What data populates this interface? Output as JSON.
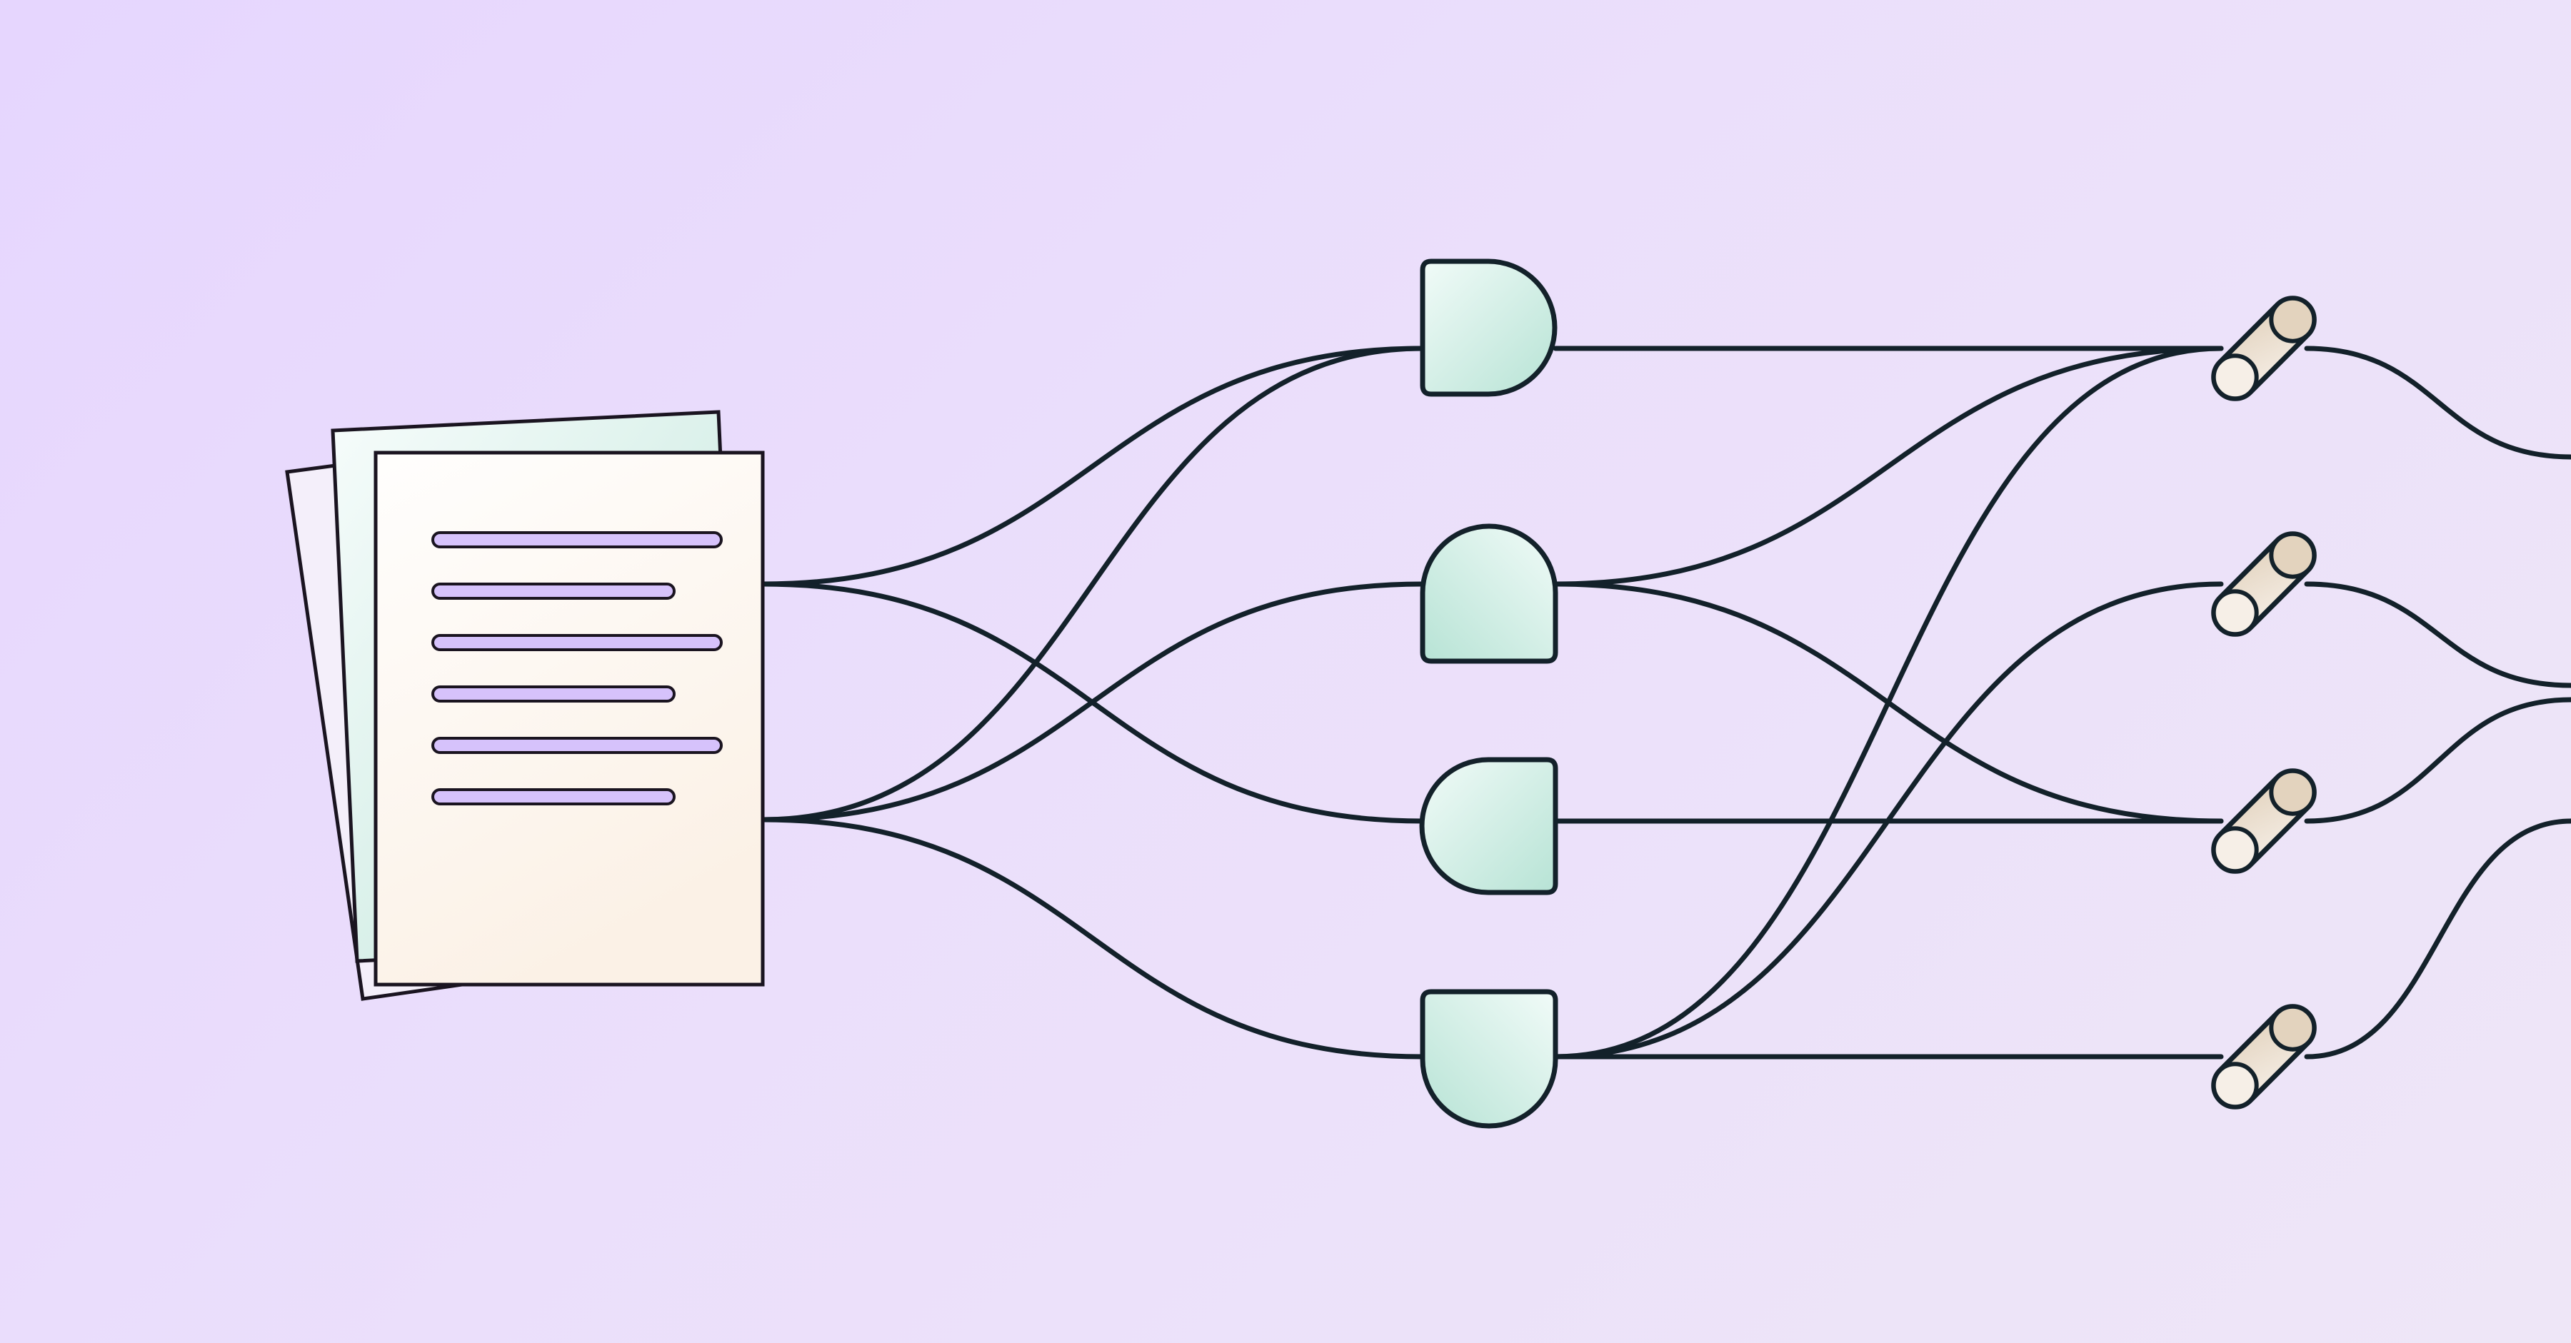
{
  "diagram": {
    "colors": {
      "background_start": "#e6d6fe",
      "background_end": "#eee6f7",
      "stroke": "#13212a",
      "paper": "#fffdf8",
      "paper_warm": "#fbf1e6",
      "text_line": "#d6c2fb",
      "node_light": "#eefaf6",
      "node_teal": "#b7e3d5",
      "pill_light": "#f6efe7",
      "pill_tan": "#e2d2bd"
    },
    "document": {
      "icon": "document-stack-icon",
      "sheets": 3,
      "text_lines": 6
    },
    "nodes": [
      {
        "id": "node-1",
        "icon": "half-round-right-icon"
      },
      {
        "id": "node-2",
        "icon": "half-round-top-icon"
      },
      {
        "id": "node-3",
        "icon": "half-round-left-icon"
      },
      {
        "id": "node-4",
        "icon": "half-round-bottom-icon"
      }
    ],
    "outputs": [
      {
        "id": "output-1",
        "icon": "pill-icon"
      },
      {
        "id": "output-2",
        "icon": "pill-icon"
      },
      {
        "id": "output-3",
        "icon": "pill-icon"
      },
      {
        "id": "output-4",
        "icon": "pill-icon"
      }
    ]
  }
}
